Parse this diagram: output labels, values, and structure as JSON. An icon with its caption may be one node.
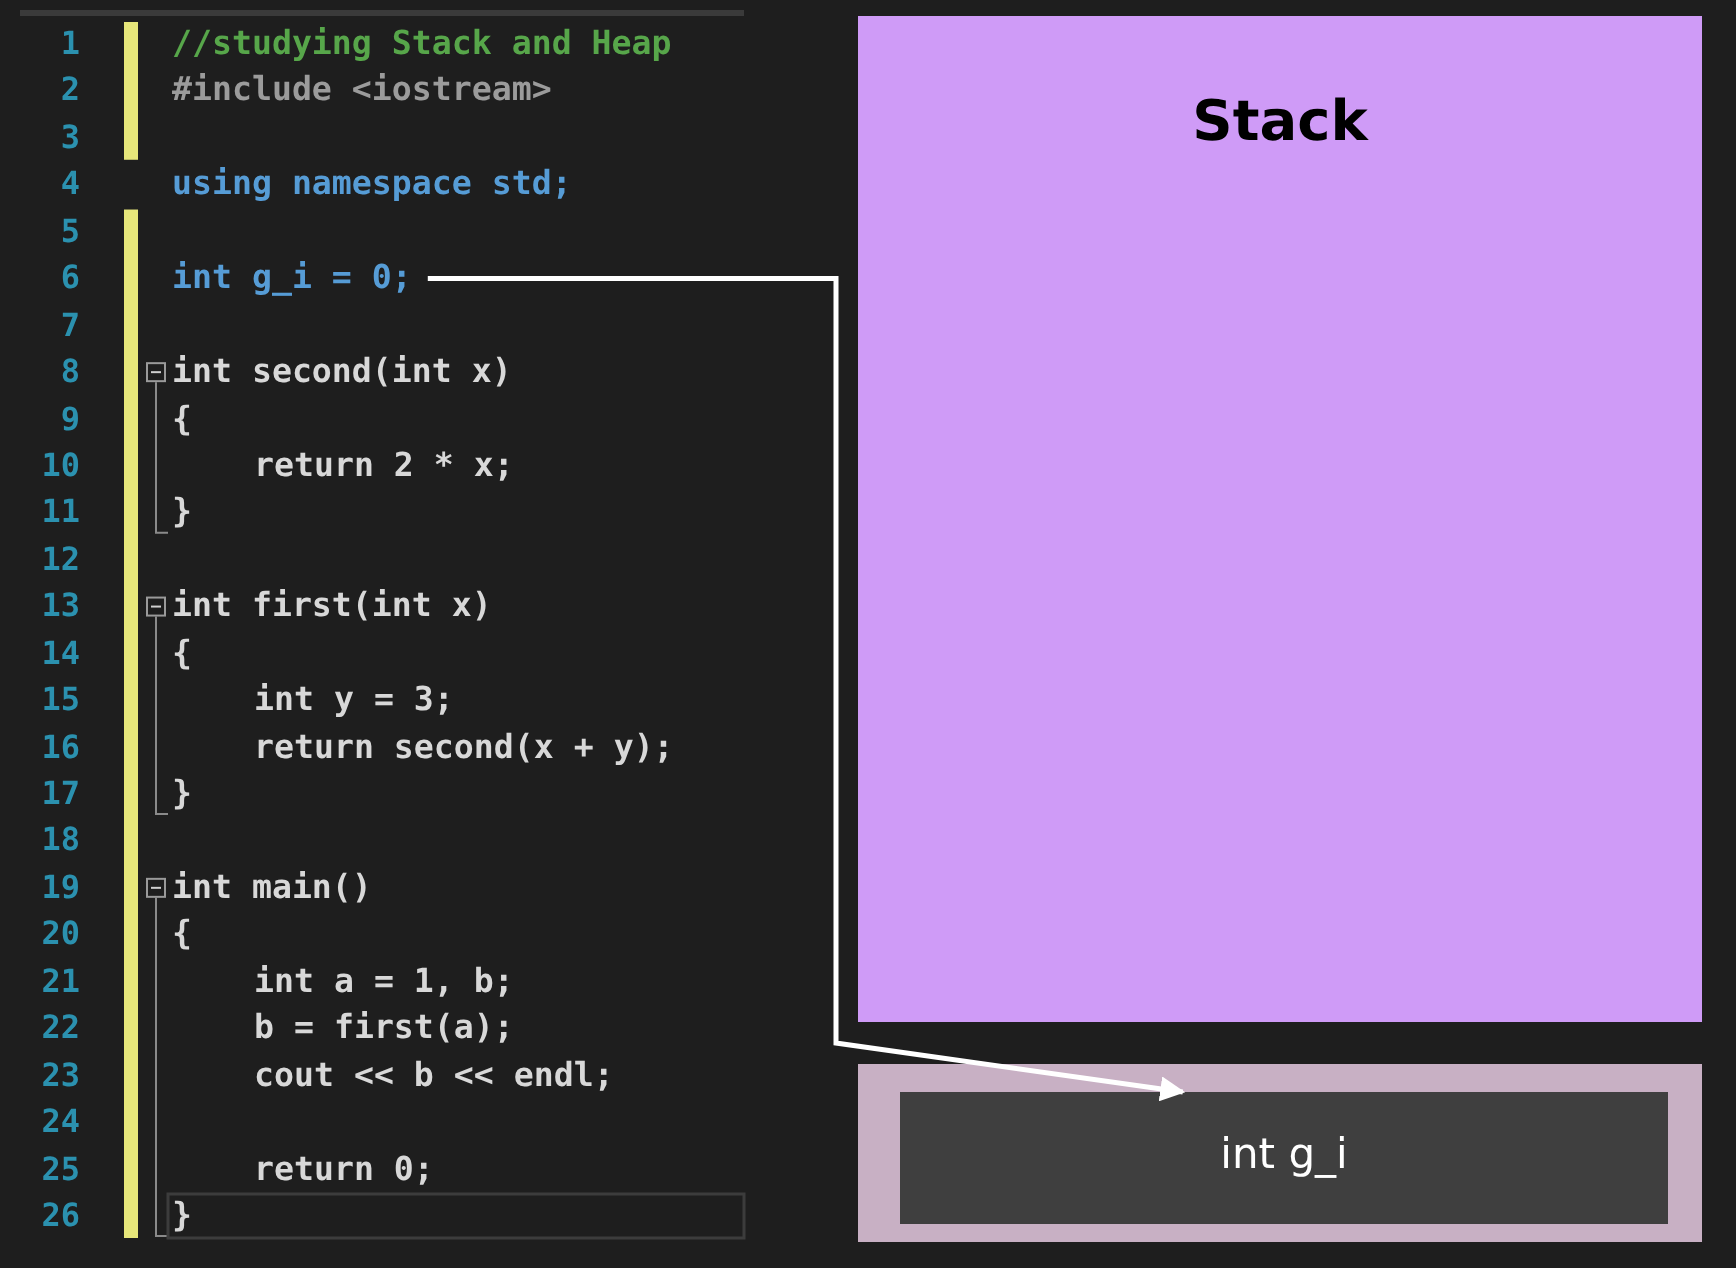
{
  "diagram": {
    "nodes": [
      {
        "text": [
          "int g_i = 0;"
        ]
      },
      {
        "text": [
          "Stack"
        ]
      },
      {
        "text": [],
        "shape": "box"
      },
      {
        "text": [
          "int g_i"
        ],
        "in": 2
      }
    ],
    "edges": [
      {
        "from": 0,
        "to": 3,
        "arrow": "to"
      }
    ],
    "labels": [
      "1",
      "//studying Stack and Heap",
      "2",
      "#include <iostream>",
      "3",
      "4",
      "using namespace std;",
      "5",
      "6",
      "7",
      "8",
      "int second(int x)",
      "9",
      "{",
      "10",
      "return 2 * x;",
      "11",
      "}",
      "12",
      "13",
      "int first(int x)",
      "14",
      "{",
      "15",
      "int y = 3;",
      "16",
      "return second(x + y);",
      "17",
      "}",
      "18",
      "19",
      "int main()",
      "20",
      "{",
      "21",
      "int a = 1, b;",
      "22",
      "b = first(a);",
      "23",
      "cout << b << endl;",
      "24",
      "25",
      "return 0;",
      "26",
      "}"
    ]
  }
}
